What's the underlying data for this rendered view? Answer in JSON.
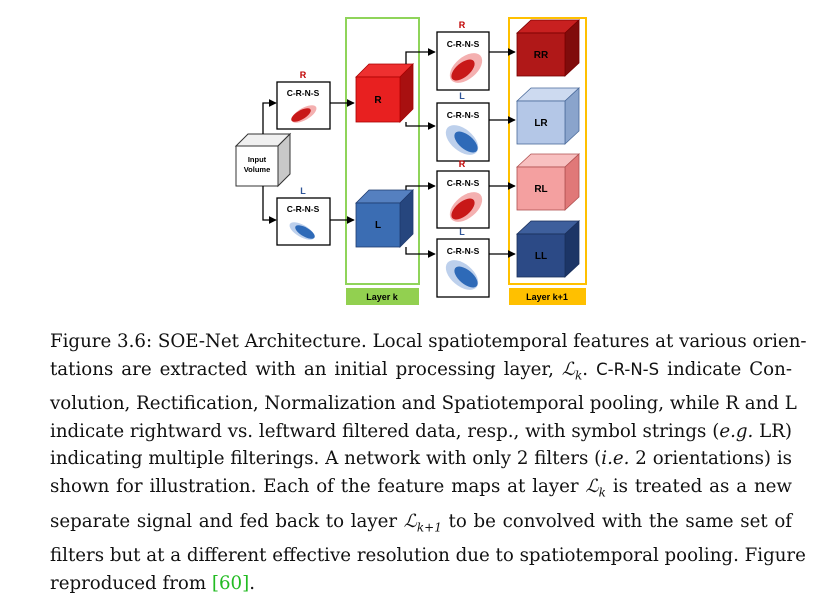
{
  "figure": {
    "input_label_line1": "Input",
    "input_label_line2": "Volume",
    "crns": "C-R-N-S",
    "R": "R",
    "L": "L",
    "RR": "RR",
    "LR": "LR",
    "RL": "RL",
    "LL": "LL",
    "layer_k": "Layer k",
    "layer_k1": "Layer k+1",
    "colors": {
      "red": "#e02020",
      "dark_red": "#b01818",
      "pink": "#f4a0a0",
      "blue": "#3d6fb5",
      "light_blue": "#b4c7e7",
      "navy": "#2c4a86",
      "green_box": "#8fd45a",
      "green_label": "#92d050",
      "gold_box": "#ffc000",
      "gold_label": "#ffc000"
    }
  },
  "caption": {
    "lines": [
      [
        "Figure 3.6: SOE-Net Architecture.  Local spatiotemporal features at various orien-"
      ],
      [
        "tations are extracted with an initial processing layer, ",
        "MATH_LK",
        ".  ",
        "SANS_CRNS",
        " indicate Con-"
      ],
      [
        "volution, Rectification, Normalization and Spatiotemporal pooling, while R and L"
      ],
      [
        "indicate rightward vs.  leftward filtered data, resp., with symbol strings (",
        "ITAL_EG",
        " LR)"
      ],
      [
        "indicating multiple filterings.  A network with only 2 filters (",
        "ITAL_IE",
        " 2 orientations) is"
      ],
      [
        "shown for illustration.  Each of the feature maps at layer ",
        "MATH_LK",
        " is treated as a new"
      ],
      [
        "separate signal and fed back to layer ",
        "MATH_LK1",
        " to be convolved with the same set of"
      ],
      [
        "filters but at a different effective resolution due to spatiotemporal pooling.  Figure"
      ],
      [
        "reproduced from ",
        "CITE",
        "."
      ]
    ],
    "crns_text": "C-R-N-S",
    "eg": "e.g.",
    "ie": "i.e.",
    "math_L": "ℒ",
    "sub_k": "k",
    "sub_k1": "k+1",
    "cite_text": "[60]"
  }
}
